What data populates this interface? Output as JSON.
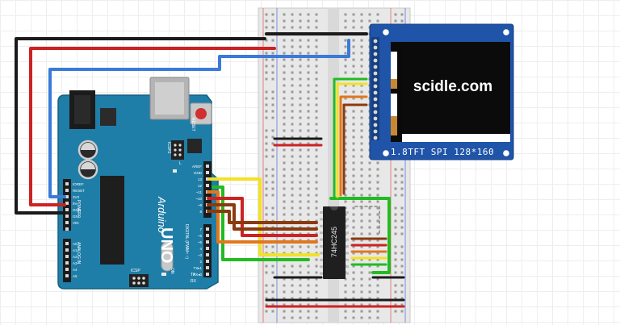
{
  "diagram": {
    "tft": {
      "screen_text": "scidle.com",
      "label": "1.8TFT SPI 128*160"
    },
    "ic": {
      "label": "74HC245"
    },
    "arduino": {
      "brand": "Arduino",
      "model": "UNO",
      "reset_label": "RESET",
      "icsp_label": "ICSP",
      "icsp2_label": "ICSP2",
      "on_label": "ON",
      "tx_label": "TX",
      "rx_label": "RX",
      "l_label": "L",
      "digital_label": "DIGITAL (PWM= ~)",
      "power_label": "POWER",
      "analog_label": "ANALOG IN",
      "power_pins": [
        "IOREF",
        "RESET",
        "3V3",
        "5V",
        "GND",
        "GND",
        "VIN"
      ],
      "analog_pins": [
        "A0",
        "A1",
        "A2",
        "A3",
        "A4",
        "A5"
      ],
      "digital_top": [
        "AREF",
        "GND",
        "13",
        "12",
        "~11",
        "~10",
        "~9",
        "8"
      ],
      "digital_bottom": [
        "7",
        "~6",
        "~5",
        "4",
        "~3",
        "2",
        "TX▸1",
        "RX◂0"
      ]
    },
    "colors": {
      "board": "#1f7ea8",
      "breadboard": "#e9e9e9",
      "tft_pcb": "#1f54a8",
      "wire_black": "#1a1a1a",
      "wire_red": "#cc2222",
      "wire_blue": "#3a7ad9",
      "wire_yellow": "#f2e224",
      "wire_green": "#22bb22",
      "wire_orange": "#e0781e",
      "wire_brown": "#8b3a10"
    }
  }
}
